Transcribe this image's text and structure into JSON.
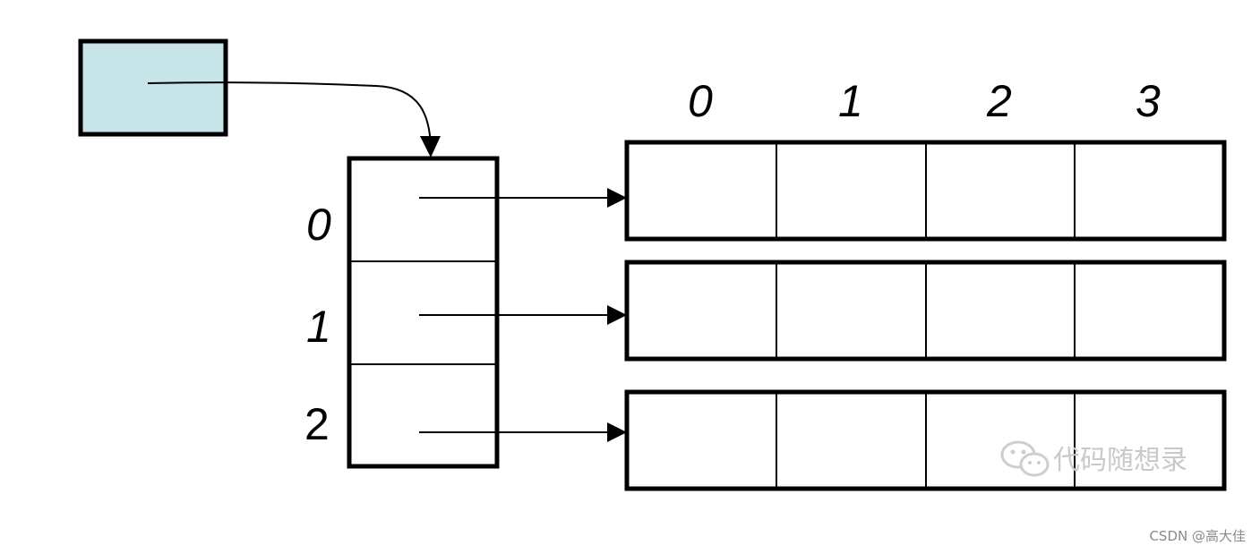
{
  "diagram": {
    "column_labels": [
      "0",
      "1",
      "2",
      "3"
    ],
    "row_labels": [
      "0",
      "1",
      "2"
    ],
    "colors": {
      "pointer_fill": "#c7e5e9",
      "stroke": "#000000",
      "watermark": "#c9c9c9"
    }
  },
  "watermark": {
    "text": "代码随想录",
    "icon": "wechat-icon"
  },
  "credit": {
    "text": "CSDN @高大佳"
  }
}
